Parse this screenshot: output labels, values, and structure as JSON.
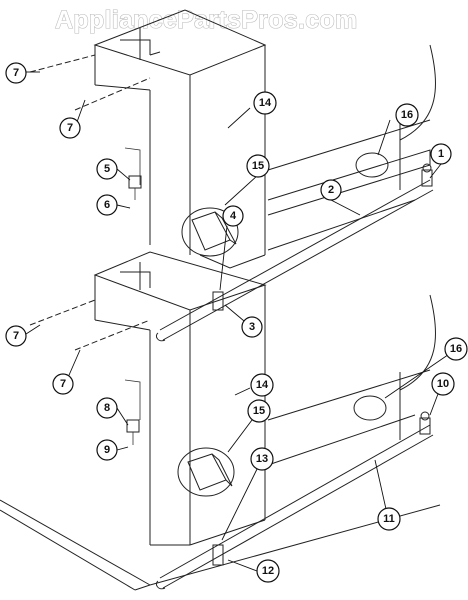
{
  "watermark": "AppliancePartsPros.com",
  "callouts": [
    {
      "id": "c7a",
      "label": "7"
    },
    {
      "id": "c7b",
      "label": "7"
    },
    {
      "id": "c14a",
      "label": "14"
    },
    {
      "id": "c16a",
      "label": "16"
    },
    {
      "id": "c1",
      "label": "1"
    },
    {
      "id": "c5",
      "label": "5"
    },
    {
      "id": "c15a",
      "label": "15"
    },
    {
      "id": "c2",
      "label": "2"
    },
    {
      "id": "c6",
      "label": "6"
    },
    {
      "id": "c4",
      "label": "4"
    },
    {
      "id": "c7c",
      "label": "7"
    },
    {
      "id": "c3",
      "label": "3"
    },
    {
      "id": "c7d",
      "label": "7"
    },
    {
      "id": "c14b",
      "label": "14"
    },
    {
      "id": "c16b",
      "label": "16"
    },
    {
      "id": "c10",
      "label": "10"
    },
    {
      "id": "c8",
      "label": "8"
    },
    {
      "id": "c15b",
      "label": "15"
    },
    {
      "id": "c9",
      "label": "9"
    },
    {
      "id": "c13",
      "label": "13"
    },
    {
      "id": "c11",
      "label": "11"
    },
    {
      "id": "c12",
      "label": "12"
    }
  ]
}
